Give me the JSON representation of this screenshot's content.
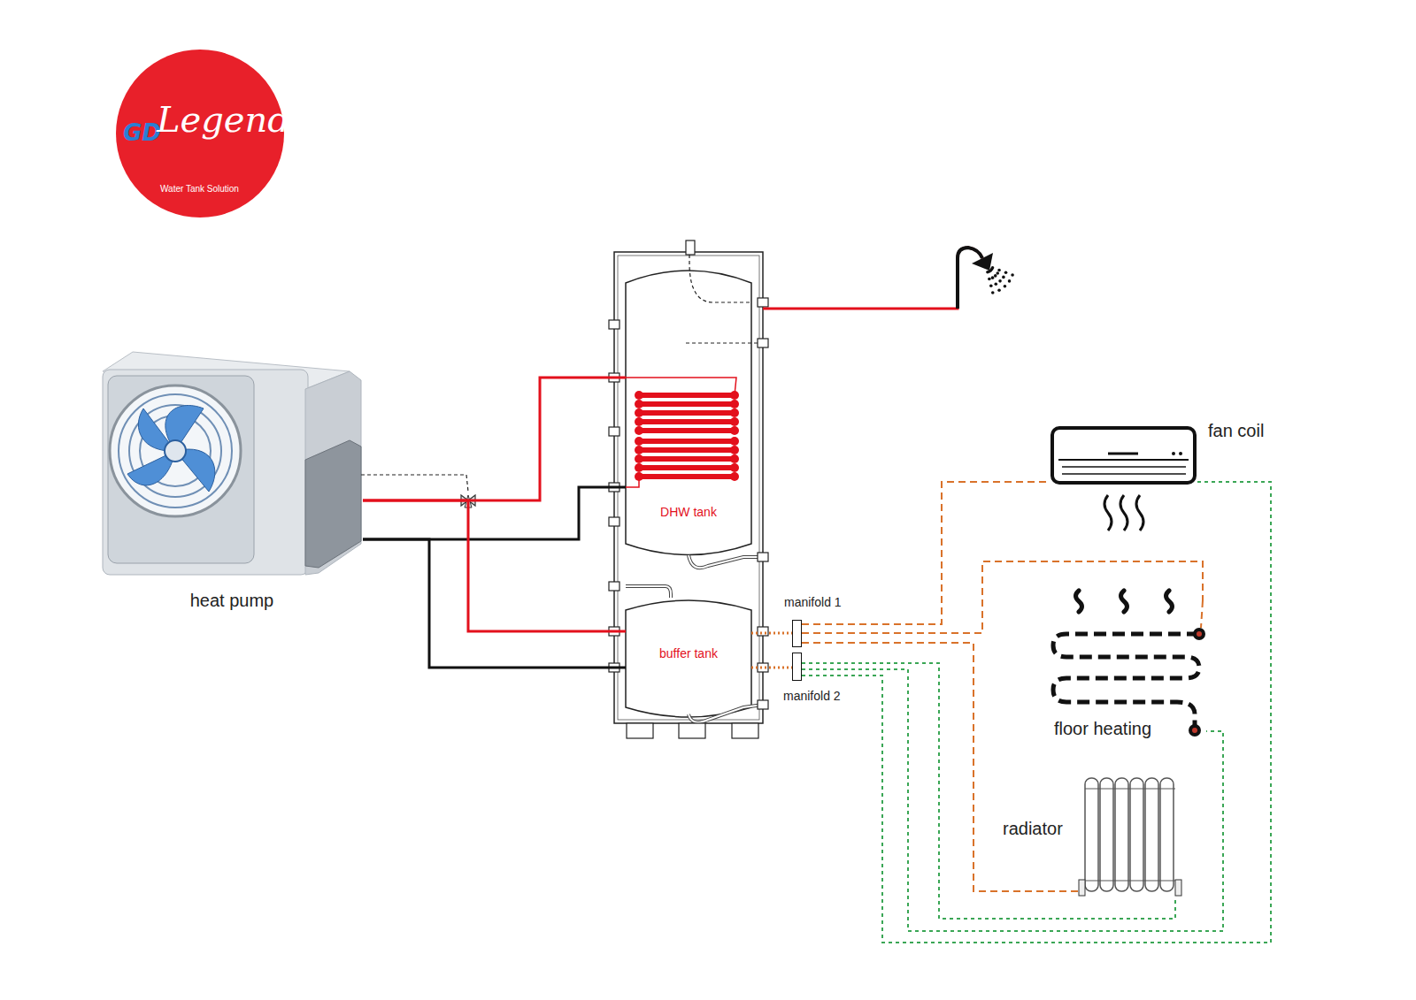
{
  "diagram": {
    "nodes": [
      {
        "text": [
          "GD",
          "Legend",
          "Water Tank Solution"
        ]
      },
      {
        "text": [
          "heat pump"
        ]
      },
      {
        "text": [
          "DHW tank"
        ]
      },
      {
        "text": [
          "buffer tank"
        ]
      },
      {
        "text": [
          "manifold 1"
        ]
      },
      {
        "text": [
          "manifold 2"
        ]
      },
      {
        "text": [
          "fan coil"
        ]
      },
      {
        "text": [
          "floor heating"
        ]
      },
      {
        "text": [
          "radiator"
        ]
      }
    ],
    "edges": [
      {
        "from": 1,
        "to": 2,
        "arrow": "none"
      },
      {
        "from": 2,
        "to": 1,
        "arrow": "none"
      },
      {
        "from": 1,
        "to": 3,
        "arrow": "none"
      },
      {
        "from": 3,
        "to": 1,
        "arrow": "none"
      },
      {
        "from": 3,
        "to": 4,
        "arrow": "none"
      },
      {
        "from": 3,
        "to": 5,
        "arrow": "none"
      },
      {
        "from": 4,
        "to": 6,
        "arrow": "none"
      },
      {
        "from": 4,
        "to": 7,
        "arrow": "none"
      },
      {
        "from": 4,
        "to": 8,
        "arrow": "none"
      },
      {
        "from": 5,
        "to": 6,
        "arrow": "none"
      },
      {
        "from": 5,
        "to": 7,
        "arrow": "none"
      },
      {
        "from": 5,
        "to": 8,
        "arrow": "none"
      }
    ]
  }
}
